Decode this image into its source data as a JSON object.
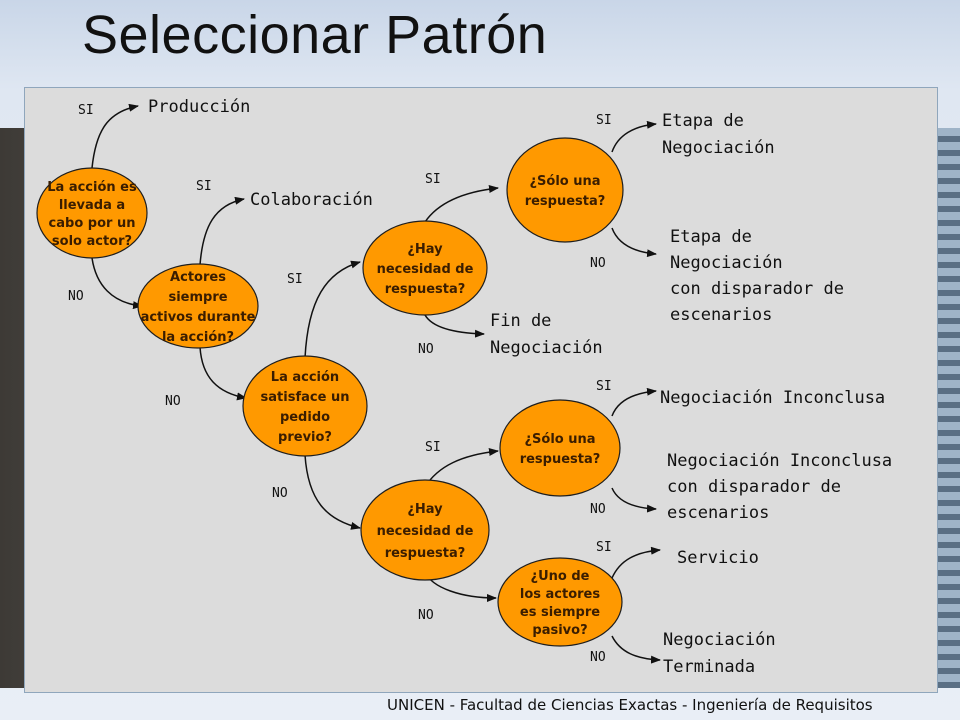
{
  "slide": {
    "title": "Seleccionar Patrón",
    "footer": "UNICEN - Facultad de Ciencias Exactas - Ingeniería de Requisitos"
  },
  "nodes": {
    "n1": [
      "La acción es",
      "llevada a",
      "cabo por un",
      "solo actor?"
    ],
    "n2": [
      "Actores",
      "siempre",
      "activos durante",
      "la acción?"
    ],
    "n3": [
      "La acción",
      "satisface un",
      "pedido",
      "previo?"
    ],
    "n4": [
      "¿Hay",
      "necesidad de",
      "respuesta?"
    ],
    "n5": [
      "¿Sólo una",
      "respuesta?"
    ],
    "n6": [
      "¿Hay",
      "necesidad de",
      "respuesta?"
    ],
    "n7": [
      "¿Sólo una",
      "respuesta?"
    ],
    "n8": [
      "¿Uno de",
      "los actores",
      "es siempre",
      "pasivo?"
    ]
  },
  "outcomes": {
    "produccion": [
      "Producción"
    ],
    "colaboracion": [
      "Colaboración"
    ],
    "etapa": [
      "Etapa de",
      "Negociación"
    ],
    "etapa_disp": [
      "Etapa de",
      "Negociación",
      "con disparador de",
      "escenarios"
    ],
    "fin": [
      "Fin de",
      "Negociación"
    ],
    "inconclusa": [
      "Negociación Inconclusa"
    ],
    "inconclusa_disp": [
      "Negociación Inconclusa",
      "con disparador de",
      "escenarios"
    ],
    "servicio": [
      "Servicio"
    ],
    "terminada": [
      "Negociación",
      "Terminada"
    ]
  },
  "edge_labels": {
    "yes": "SI",
    "no": "NO"
  },
  "colors": {
    "node_fill": "#ff9900",
    "node_stroke": "#1e1e1e",
    "edge": "#111111"
  }
}
